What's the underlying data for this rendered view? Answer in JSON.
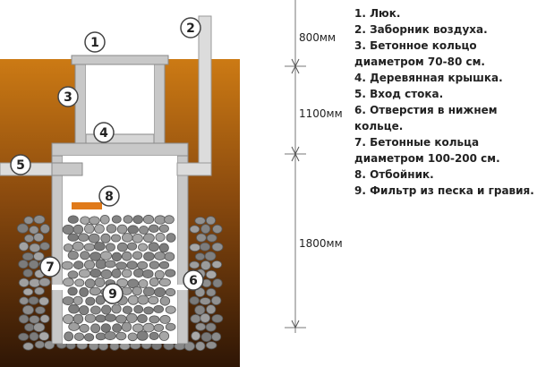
{
  "callouts": [
    {
      "number": "1",
      "label": "1. Люк."
    },
    {
      "number": "2",
      "label": "2. Заборник воздуха."
    },
    {
      "number": "3",
      "label": "3. Бетонное кольцо диаметром 70-80 см."
    },
    {
      "number": "4",
      "label": "4. Деревянная крышка."
    },
    {
      "number": "5",
      "label": "5. Вход стока."
    },
    {
      "number": "6",
      "label": "6. Отверстия в нижнем кольце."
    },
    {
      "number": "7",
      "label": "7. Бетонные кольца диаметром 100-200 см."
    },
    {
      "number": "8",
      "label": "8. Отбойник."
    },
    {
      "number": "9",
      "label": "9. Фильтр из песка и гравия."
    }
  ],
  "dimensions": [
    {
      "label": "800мм"
    },
    {
      "label": "1100мм"
    },
    {
      "label": "1800мм"
    }
  ],
  "colors": {
    "soil_top": "#cc7a14",
    "soil_bottom": "#2f1605",
    "concrete": "#c8c8c8",
    "concrete_edge": "#8a8a8a",
    "gravel": "#8f8f8f",
    "deflector": "#e07a1a",
    "text": "#222222"
  }
}
